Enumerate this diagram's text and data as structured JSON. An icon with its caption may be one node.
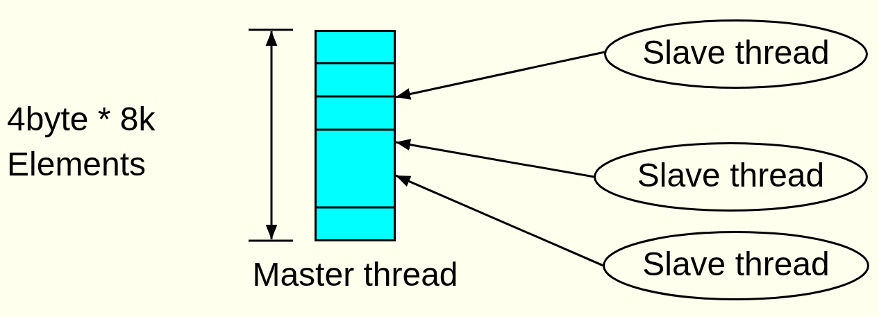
{
  "diagram": {
    "nodes": [
      {
        "text": [
          "Master thread"
        ]
      },
      {
        "text": [
          "Slave thread"
        ]
      },
      {
        "text": [
          "Slave thread"
        ]
      },
      {
        "text": [
          "Slave thread"
        ]
      }
    ],
    "edges": [
      {
        "from": 1,
        "to": 0,
        "arrow": "to"
      },
      {
        "from": 2,
        "to": 0,
        "arrow": "to"
      },
      {
        "from": 3,
        "to": 0,
        "arrow": "to"
      }
    ],
    "labels": [
      "4byte * 8k Elements"
    ]
  }
}
